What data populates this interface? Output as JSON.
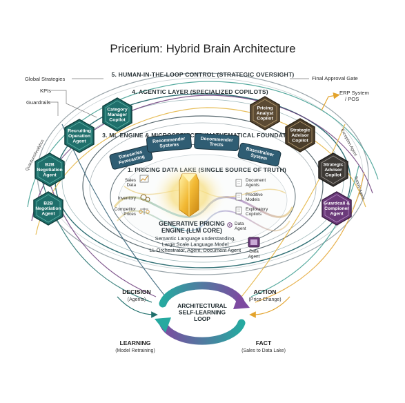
{
  "title": "Pricerium: Hybrid Brain Architecture",
  "layers": {
    "human": "5. HUMAN-IN-THE-LOOP CONTROL (STRATEGIC OVERSIGHT)",
    "agentic": "4. AGENTIC LAYER (SPECIALIZED COPILOTS)",
    "ml": "3. ML ENGINE & MICROSERVICES (MATHEMATICAL FOUNDATIONS)",
    "data": "1. PRICING DATA LAKE (SINGLE SOURCE OF TRUTH)"
  },
  "side_labels": {
    "global_strategies": "Global Strategies",
    "kpis": "KPIs",
    "guardrails": "Guardrails",
    "final_approval": "Final Approval Gate",
    "erp": "ERP System\n/ POS"
  },
  "agents_left": [
    {
      "label": "Category\nManager\nCopilot"
    },
    {
      "label": "Recruiting\nOperation\nAgent"
    },
    {
      "label": "B2B\nNegotiation\nAgent"
    },
    {
      "label": "B2B\nNegotiation\nAgent"
    }
  ],
  "agents_right": [
    {
      "label": "Pricing\nAnalyst\nCopilot"
    },
    {
      "label": "Strategic\nAdvisor\nCopilot"
    },
    {
      "label": "Strategic\nAdvisor\nCopilot"
    },
    {
      "label": "Guardcall &\nCompioner\nAgent"
    }
  ],
  "vertical_labels": {
    "left": "Quantum/Analytics",
    "right1": "Exception Agent",
    "right2": "Supply Agent"
  },
  "ml_services": [
    {
      "label": "Timeseries\nForecasting"
    },
    {
      "label": "Recommender\nSystems"
    },
    {
      "label": "Decommender\nTrects"
    },
    {
      "label": "Basestrainer\nSystem"
    }
  ],
  "data_items_left": [
    {
      "label": "Sales\nData",
      "icon": "chart-icon"
    },
    {
      "label": "Inventory",
      "icon": "gears-icon"
    },
    {
      "label": "Competitor\nPrices",
      "icon": "scale-icon"
    }
  ],
  "data_items_right": [
    {
      "label": "Document\nAgents",
      "icon": "document-icon"
    },
    {
      "label": "Preditive\nModels",
      "icon": "document-icon"
    },
    {
      "label": "Exploratory\nCopilots",
      "icon": "document-icon"
    },
    {
      "label": "Data\nAgent",
      "icon": "gear-icon"
    }
  ],
  "data_agent_box": "Data\nAgent",
  "core": {
    "title": "GENERATIVE PRICING\nENGINE (LLM CORE)",
    "desc": "Semantic Language understanding,\nLarge Scale Language Model\nLL Orchestrator, Agent, Document Agent"
  },
  "loop": {
    "center": "ARCHITECTURAL\nSELF-LEARNING\nLOOP",
    "decision": "DECISION",
    "decision_sub": "(Agents)",
    "action": "ACTION",
    "action_sub": "(Price Change)",
    "learning": "LEARNING",
    "learning_sub": "(Model Retraining)",
    "fact": "FACT",
    "fact_sub": "(Sales to Data Lake)"
  },
  "colors": {
    "teal": "#1f6f6b",
    "teal_light": "#3a9c8f",
    "brown": "#5b4a33",
    "purple": "#6b3a7a",
    "gold": "#e3b23c",
    "orange": "#e39a2c",
    "blue": "#2f5d73",
    "loop_teal": "#26a9a0",
    "loop_purple": "#7d4aa0"
  }
}
